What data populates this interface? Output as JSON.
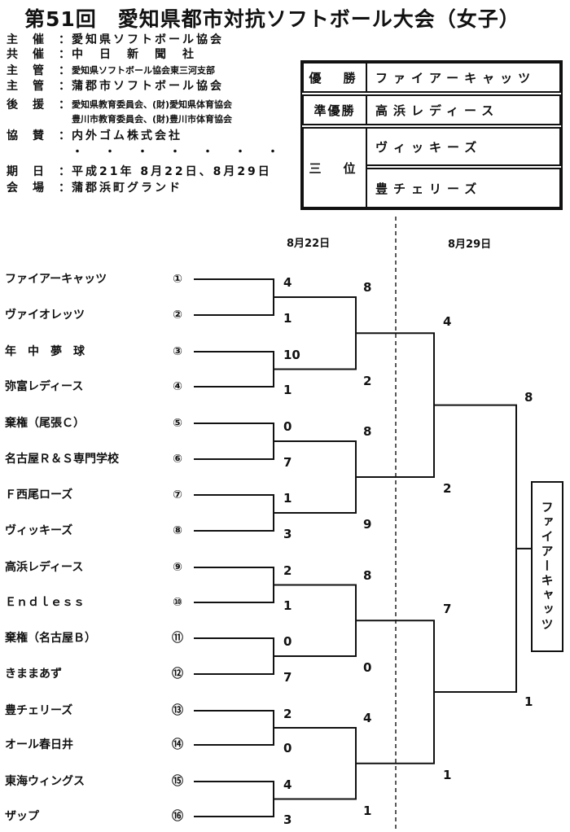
{
  "title": "第51回　愛知県都市対抗ソフトボール大会（女子）",
  "info": [
    {
      "label": "主　催",
      "value": "愛知県ソフトボール協会",
      "size": "lg"
    },
    {
      "label": "共　催",
      "value": "中　日　新　聞　社",
      "size": "lg"
    },
    {
      "label": "主　管",
      "value": "愛知県ソフトボール協会東三河支部",
      "size": "sm"
    },
    {
      "label": "主　管",
      "value": "蒲郡市ソフトボール協会",
      "size": "lg"
    },
    {
      "label": "後　援",
      "value": "愛知県教育委員会、(財)愛知県体育協会",
      "size": "sm"
    },
    {
      "label": "",
      "value": "豊川市教育委員会、(財)豊川市体育協会",
      "size": "sm"
    },
    {
      "label": "協　賛",
      "value": "内外ゴム株式会社",
      "size": "lg"
    },
    {
      "label": "",
      "value": "・・・・・・・",
      "size": "dots"
    },
    {
      "label": "期　日",
      "value": "平成21年 8月22日、8月29日",
      "size": "lg"
    },
    {
      "label": "会　場",
      "value": "蒲郡浜町グランド",
      "size": "lg"
    }
  ],
  "results": {
    "champion_label": "優　勝",
    "champion": "ファイアーキャッツ",
    "runner_up_label": "準優勝",
    "runner_up": "高浜レディース",
    "third_label": "三　位",
    "third": [
      "ヴィッキーズ",
      "豊チェリーズ"
    ]
  },
  "dates": {
    "day1": "8月22日",
    "day2": "8月29日"
  },
  "teams": [
    {
      "name": "ファイアーキャッツ",
      "seed": "①"
    },
    {
      "name": "ヴァイオレッツ",
      "seed": "②"
    },
    {
      "name": "年　中　夢　球",
      "seed": "③"
    },
    {
      "name": "弥富レディース",
      "seed": "④"
    },
    {
      "name": "棄権（尾張Ｃ）",
      "seed": "⑤"
    },
    {
      "name": "名古屋Ｒ＆Ｓ専門学校",
      "seed": "⑥"
    },
    {
      "name": "Ｆ西尾ローズ",
      "seed": "⑦"
    },
    {
      "name": "ヴィッキーズ",
      "seed": "⑧"
    },
    {
      "name": "高浜レディース",
      "seed": "⑨"
    },
    {
      "name": "Ｅｎｄｌｅｓｓ",
      "seed": "⑩"
    },
    {
      "name": "棄権（名古屋Ｂ）",
      "seed": "⑪"
    },
    {
      "name": "きままあず",
      "seed": "⑫"
    },
    {
      "name": "豊チェリーズ",
      "seed": "⑬"
    },
    {
      "name": "オール春日井",
      "seed": "⑭"
    },
    {
      "name": "東海ウィングス",
      "seed": "⑮"
    },
    {
      "name": "ザップ",
      "seed": "⑯"
    }
  ],
  "scores": {
    "round1": [
      "4",
      "1",
      "10",
      "1",
      "0",
      "7",
      "1",
      "3",
      "2",
      "1",
      "0",
      "7",
      "2",
      "0",
      "4",
      "3"
    ],
    "quarterfinal": [
      "8",
      "2",
      "8",
      "9",
      "8",
      "0",
      "4",
      "1"
    ],
    "semifinal": [
      "4",
      "2",
      "7",
      "1"
    ],
    "final": [
      "8",
      "1"
    ]
  },
  "champion_box": "ファイアーキャッツ"
}
